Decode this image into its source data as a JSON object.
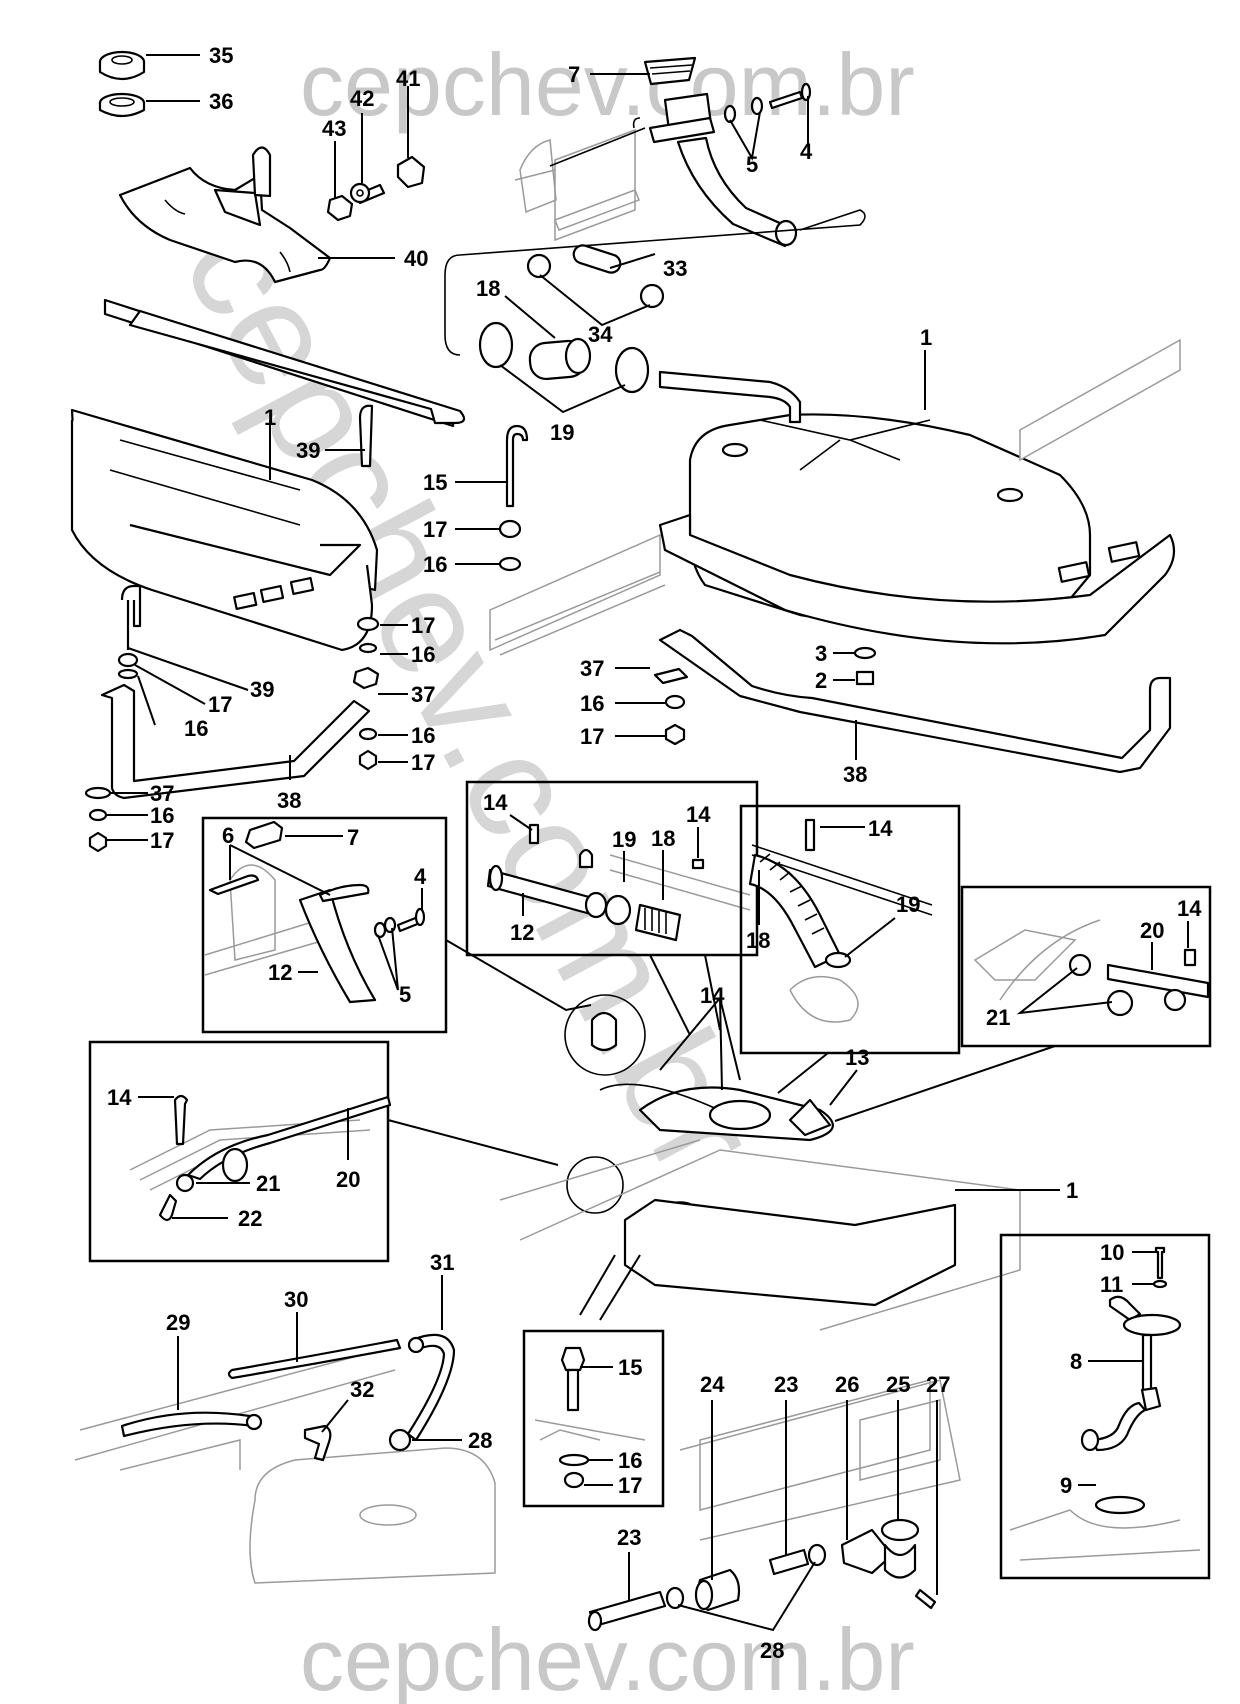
{
  "document": {
    "type": "exploded-parts-diagram",
    "subject": "fuel tank assembly"
  },
  "watermark": {
    "top": "cepchev.com.br",
    "bottom": "cepchev.com.br",
    "diagonal": "cepchev.com.br"
  },
  "callouts": {
    "c1a": "1",
    "c1b": "1",
    "c1c": "1",
    "c2": "2",
    "c3": "3",
    "c4a": "4",
    "c4b": "4",
    "c5a": "5",
    "c5b": "5",
    "c6": "6",
    "c7a": "7",
    "c7b": "7",
    "c8": "8",
    "c9": "9",
    "c10": "10",
    "c11": "11",
    "c12a": "12",
    "c12b": "12",
    "c13": "13",
    "c14a": "14",
    "c14b": "14",
    "c14c": "14",
    "c14d": "14",
    "c14e": "14",
    "c14f": "14",
    "c15a": "15",
    "c15b": "15",
    "c16a": "16",
    "c16b": "16",
    "c16c": "16",
    "c16d": "16",
    "c16e": "16",
    "c16f": "16",
    "c16g": "16",
    "c17a": "17",
    "c17b": "17",
    "c17c": "17",
    "c17d": "17",
    "c17e": "17",
    "c17f": "17",
    "c17g": "17",
    "c18a": "18",
    "c18b": "18",
    "c18c": "18",
    "c19a": "19",
    "c19b": "19",
    "c19c": "19",
    "c20a": "20",
    "c20b": "20",
    "c21a": "21",
    "c21b": "21",
    "c22": "22",
    "c23a": "23",
    "c23b": "23",
    "c24": "24",
    "c25": "25",
    "c26": "26",
    "c27": "27",
    "c28a": "28",
    "c28b": "28",
    "c29": "29",
    "c30": "30",
    "c31": "31",
    "c32": "32",
    "c33": "33",
    "c34": "34",
    "c35": "35",
    "c36": "36",
    "c37a": "37",
    "c37b": "37",
    "c37c": "37",
    "c38a": "38",
    "c38b": "38",
    "c39a": "39",
    "c39b": "39",
    "c40": "40",
    "c41": "41",
    "c42": "42",
    "c43": "43"
  }
}
